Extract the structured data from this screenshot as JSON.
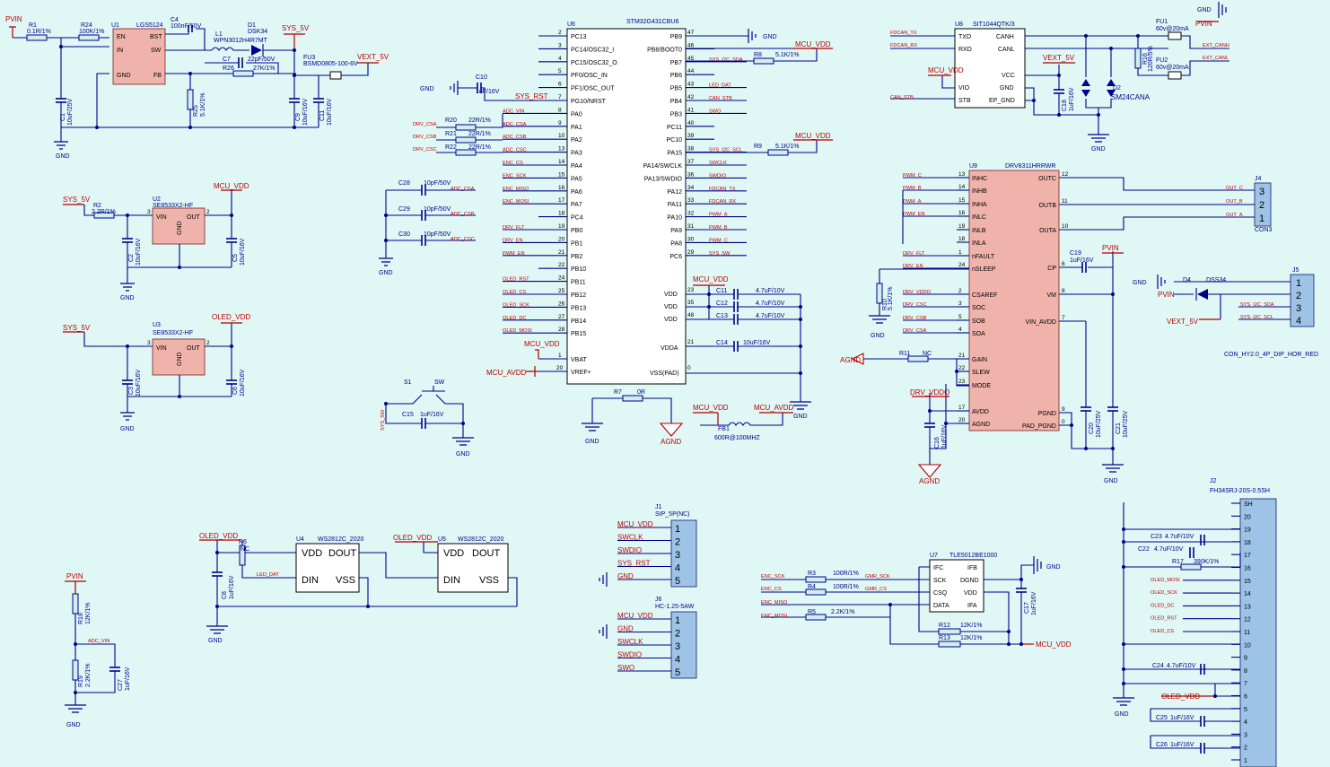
{
  "components": {
    "R1": {
      "ref": "R1",
      "value": "0.1R/1%"
    },
    "R24": {
      "ref": "R24",
      "value": "100K/1%"
    },
    "U1": {
      "ref": "U1",
      "part": "LGS5124",
      "pins": {
        "en": "EN",
        "in": "IN",
        "gnd": "GND",
        "bst": "BST",
        "sw": "SW",
        "fb": "FB"
      }
    },
    "C4": {
      "ref": "C4",
      "value": "100nF/50V"
    },
    "L1": {
      "ref": "L1",
      "value": "WPN3012H4R7MT"
    },
    "D1": {
      "ref": "D1",
      "value": "DSK34"
    },
    "C7": {
      "ref": "C7",
      "value": "22pF/50V"
    },
    "R26": {
      "ref": "R26",
      "value": "27K/1%"
    },
    "R25": {
      "ref": "R25",
      "value": "5.1K/1%"
    },
    "C1": {
      "ref": "C1",
      "value": "10uF/25V"
    },
    "C9": {
      "ref": "C9",
      "value": "10uF/16V"
    },
    "C11b": {
      "ref": "C11",
      "value": "10uF/16V"
    },
    "FU3": {
      "ref": "FU3",
      "value": "BSMD0805-100-6V"
    },
    "U2": {
      "ref": "U2",
      "part": "SE8533X2-HF",
      "pins": {
        "vin": "VIN",
        "out": "OUT",
        "gnd": "GND"
      }
    },
    "R2": {
      "ref": "R2",
      "value": "2.2R/1%"
    },
    "C2": {
      "ref": "C2",
      "value": "10uF/16V"
    },
    "C5": {
      "ref": "C5",
      "value": "10uF/16V"
    },
    "U3": {
      "ref": "U3",
      "part": "SE8533X2-HF",
      "pins": {
        "vin": "VIN",
        "out": "OUT",
        "gnd": "GND"
      }
    },
    "C3": {
      "ref": "C3",
      "value": "10uF/16V"
    },
    "C6": {
      "ref": "C6",
      "value": "10uF/16V"
    },
    "U6": {
      "ref": "U6",
      "part": "STM32G431CBU6"
    },
    "C10": {
      "ref": "C10",
      "value": "1uF/16V"
    },
    "R20": {
      "ref": "R20",
      "value": "22R/1%"
    },
    "R21": {
      "ref": "R21",
      "value": "22R/1%"
    },
    "R22": {
      "ref": "R22",
      "value": "22R/1%"
    },
    "C28": {
      "ref": "C28",
      "value": "10pF/50V"
    },
    "C29": {
      "ref": "C29",
      "value": "10pF/50V"
    },
    "C30": {
      "ref": "C30",
      "value": "10pF/50V"
    },
    "R8": {
      "ref": "R8",
      "value": "5.1K/1%"
    },
    "R9": {
      "ref": "R9",
      "value": "5.1K/1%"
    },
    "C11": {
      "ref": "C11",
      "value": "4.7uF/10V"
    },
    "C12": {
      "ref": "C12",
      "value": "4.7uF/10V"
    },
    "C13": {
      "ref": "C13",
      "value": "4.7uF/10V"
    },
    "C14": {
      "ref": "C14",
      "value": "10uF/16V"
    },
    "S1": {
      "ref": "S1",
      "value": "SW"
    },
    "C15": {
      "ref": "C15",
      "value": "1uF/16V"
    },
    "R7": {
      "ref": "R7",
      "value": "0R"
    },
    "FB1": {
      "ref": "FB1",
      "value": "600R@100MHZ"
    },
    "U8": {
      "ref": "U8",
      "part": "SIT1044QTK/3",
      "pins": {
        "txd": "TXD",
        "rxd": "RXD",
        "vio": "VIO",
        "stb": "STB",
        "canh": "CANH",
        "canl": "CANL",
        "vcc": "VCC",
        "gnd": "GND",
        "epgnd": "EP_GND"
      }
    },
    "C18": {
      "ref": "C18",
      "value": "1uF/16V"
    },
    "D2": {
      "ref": "D2",
      "value": "SM24CANA"
    },
    "R16": {
      "ref": "R16",
      "value": "120R/5%"
    },
    "FU1": {
      "ref": "FU1",
      "value": "60v@20mA"
    },
    "FU2": {
      "ref": "FU2",
      "value": "60v@20mA"
    },
    "U9": {
      "ref": "U9",
      "part": "DRV8311HRRWR"
    },
    "C19": {
      "ref": "C19",
      "value": "1uF/16V"
    },
    "R10": {
      "ref": "R10",
      "value": "5.1K/1%"
    },
    "R11": {
      "ref": "R11",
      "value": "NC"
    },
    "C16": {
      "ref": "C16",
      "value": "1uF/16V"
    },
    "C20": {
      "ref": "C20",
      "value": "10uF/25V"
    },
    "C21": {
      "ref": "C21",
      "value": "10uF/25V"
    },
    "J4": {
      "ref": "J4",
      "value": "CON3"
    },
    "J5": {
      "ref": "J5",
      "value": "CON_HY2.0_4P_DIP_HOR_RED"
    },
    "D4": {
      "ref": "D4",
      "value": "DSS34"
    },
    "U4": {
      "ref": "U4",
      "part": "WS2812C_2020",
      "pins": {
        "vdd": "VDD",
        "dout": "DOUT",
        "din": "DIN",
        "vss": "VSS"
      }
    },
    "U5": {
      "ref": "U5",
      "part": "WS2812C_2020",
      "pins": {
        "vdd": "VDD",
        "dout": "DOUT",
        "din": "DIN",
        "vss": "VSS"
      }
    },
    "R6": {
      "ref": "R6",
      "value": "NC"
    },
    "C8": {
      "ref": "C8",
      "value": "1uF/16V"
    },
    "R18": {
      "ref": "R18",
      "value": "12K/1%"
    },
    "R19": {
      "ref": "R19",
      "value": "2.2K/1%"
    },
    "C27": {
      "ref": "C27",
      "value": "1uF/16V"
    },
    "J1": {
      "ref": "J1",
      "value": "SIP_5P(NC)"
    },
    "J6": {
      "ref": "J6",
      "value": "HC-1.25-5AW"
    },
    "U7": {
      "ref": "U7",
      "part": "TLE5012BE1000",
      "pins": {
        "ifc": "IFC",
        "sck": "SCK",
        "csq": "CSQ",
        "data": "DATA",
        "ifb": "IFB",
        "dgnd": "DGND",
        "vdd": "VDD",
        "ifa": "IFA"
      }
    },
    "R3": {
      "ref": "R3",
      "value": "100R/1%"
    },
    "R4": {
      "ref": "R4",
      "value": "100R/1%"
    },
    "R5": {
      "ref": "R5",
      "value": "2.2K/1%"
    },
    "R12": {
      "ref": "R12",
      "value": "12K/1%"
    },
    "R13": {
      "ref": "R13",
      "value": "12K/1%"
    },
    "C17": {
      "ref": "C17",
      "value": "1uF/16V"
    },
    "J2": {
      "ref": "J2",
      "value": "FH34SRJ-20S-0.5SH"
    },
    "C23": {
      "ref": "C23",
      "value": "4.7uF/10V"
    },
    "C22": {
      "ref": "C22",
      "value": "4.7uF/10V"
    },
    "R17": {
      "ref": "R17",
      "value": "390K/1%"
    },
    "C24": {
      "ref": "C24",
      "value": "4.7uF/10V"
    },
    "C25": {
      "ref": "C25",
      "value": "1uF/16V"
    },
    "C26": {
      "ref": "C26",
      "value": "1uF/16V"
    }
  },
  "u6_pins_left": [
    {
      "n": "2",
      "name": "PC13",
      "net": ""
    },
    {
      "n": "3",
      "name": "PC14/OSC32_I",
      "net": ""
    },
    {
      "n": "4",
      "name": "PC15/OSC32_O",
      "net": ""
    },
    {
      "n": "5",
      "name": "PF0/OSC_IN",
      "net": ""
    },
    {
      "n": "6",
      "name": "PF1/OSC_OUT",
      "net": ""
    },
    {
      "n": "7",
      "name": "PG10/NRST",
      "net": "SYS_RST"
    },
    {
      "n": "8",
      "name": "PA0",
      "net": "ADC_VIN"
    },
    {
      "n": "9",
      "name": "PA1",
      "net": "ADC_CSA"
    },
    {
      "n": "10",
      "name": "PA2",
      "net": "ADC_CSB"
    },
    {
      "n": "13",
      "name": "PA3",
      "net": "ADC_CSC"
    },
    {
      "n": "14",
      "name": "PA4",
      "net": "ENC_CS"
    },
    {
      "n": "15",
      "name": "PA5",
      "net": "ENC_SCK"
    },
    {
      "n": "16",
      "name": "PA6",
      "net": "ENC_MISO"
    },
    {
      "n": "17",
      "name": "PA7",
      "net": "ENC_MOSI"
    },
    {
      "n": "18",
      "name": "PC4",
      "net": ""
    },
    {
      "n": "19",
      "name": "PB0",
      "net": "DRV_FLT"
    },
    {
      "n": "20",
      "name": "PB1",
      "net": "DRV_EN"
    },
    {
      "n": "21",
      "name": "PB2",
      "net": "PWM_EN"
    },
    {
      "n": "22",
      "name": "PB10",
      "net": ""
    },
    {
      "n": "24",
      "name": "PB11",
      "net": "OLED_RST"
    },
    {
      "n": "25",
      "name": "PB12",
      "net": "OLED_CS"
    },
    {
      "n": "26",
      "name": "PB13",
      "net": "OLED_SCK"
    },
    {
      "n": "27",
      "name": "PB14",
      "net": "OLED_DC"
    },
    {
      "n": "28",
      "name": "PB15",
      "net": "OLED_MOSI"
    }
  ],
  "u6_pins_right": [
    {
      "n": "47",
      "name": "PB9",
      "net": ""
    },
    {
      "n": "46",
      "name": "PB8/BOOT0",
      "net": ""
    },
    {
      "n": "45",
      "name": "PB7",
      "net": "SYS_I2C_SDA"
    },
    {
      "n": "44",
      "name": "PB6",
      "net": ""
    },
    {
      "n": "43",
      "name": "PB5",
      "net": "LED_DAT"
    },
    {
      "n": "42",
      "name": "PB4",
      "net": "CAN_STB"
    },
    {
      "n": "41",
      "name": "PB3",
      "net": "SWO"
    },
    {
      "n": "40",
      "name": "PC11",
      "net": ""
    },
    {
      "n": "39",
      "name": "PC10",
      "net": ""
    },
    {
      "n": "38",
      "name": "PA15",
      "net": "SYS_I2C_SCL"
    },
    {
      "n": "37",
      "name": "PA14/SWCLK",
      "net": "SWCLK"
    },
    {
      "n": "36",
      "name": "PA13/SWDIO",
      "net": "SWDIO"
    },
    {
      "n": "34",
      "name": "PA12",
      "net": "FDCAN_TX"
    },
    {
      "n": "33",
      "name": "PA11",
      "net": "FDCAN_RX"
    },
    {
      "n": "32",
      "name": "PA10",
      "net": "PWM_A"
    },
    {
      "n": "31",
      "name": "PA9",
      "net": "PWM_B"
    },
    {
      "n": "30",
      "name": "PA8",
      "net": "PWM_C"
    },
    {
      "n": "29",
      "name": "PC6",
      "net": "SYS_SW"
    }
  ],
  "u6_pins_power": [
    {
      "n": "1",
      "name": "VBAT"
    },
    {
      "n": "20",
      "name": "VREF+"
    },
    {
      "n": "23",
      "name": "VDD"
    },
    {
      "n": "35",
      "name": "VDD"
    },
    {
      "n": "48",
      "name": "VDD"
    },
    {
      "n": "21",
      "name": "VDDA"
    },
    {
      "n": "0",
      "name": "VSS(PAD)"
    }
  ],
  "u9_pins_left": [
    {
      "n": "13",
      "name": "INHC",
      "net": "PWM_C"
    },
    {
      "n": "14",
      "name": "INHB",
      "net": "PWM_B"
    },
    {
      "n": "15",
      "name": "INHA",
      "net": "PWM_A"
    },
    {
      "n": "16",
      "name": "INLC",
      "net": "PWM_EN"
    },
    {
      "n": "19",
      "name": "INLB",
      "net": ""
    },
    {
      "n": "18",
      "name": "INLA",
      "net": ""
    },
    {
      "n": "1",
      "name": "nFAULT",
      "net": "DRV_FLT"
    },
    {
      "n": "24",
      "name": "nSLEEP",
      "net": "DRV_EN"
    },
    {
      "n": "2",
      "name": "CSAREF",
      "net": "DRV_VDDO"
    },
    {
      "n": "3",
      "name": "SOC",
      "net": "DRV_CSC"
    },
    {
      "n": "5",
      "name": "SOB",
      "net": "DRV_CSB"
    },
    {
      "n": "4",
      "name": "SOA",
      "net": "DRV_CSA"
    },
    {
      "n": "21",
      "name": "GAIN",
      "net": ""
    },
    {
      "n": "22",
      "name": "SLEW",
      "net": ""
    },
    {
      "n": "23",
      "name": "MODE",
      "net": ""
    },
    {
      "n": "17",
      "name": "AVDD",
      "net": ""
    },
    {
      "n": "20",
      "name": "AGND",
      "net": ""
    }
  ],
  "u9_pins_right": [
    {
      "n": "12",
      "name": "OUTC"
    },
    {
      "n": "11",
      "name": "OUTB"
    },
    {
      "n": "10",
      "name": "OUTA"
    },
    {
      "n": "6",
      "name": "CP"
    },
    {
      "n": "8",
      "name": "VM"
    },
    {
      "n": "7",
      "name": "VIN_AVDD"
    },
    {
      "n": "9",
      "name": "PGND"
    },
    {
      "n": "0",
      "name": "PAD_PGND"
    }
  ],
  "j2_pins": [
    {
      "n": "SH",
      "net": ""
    },
    {
      "n": "20",
      "net": ""
    },
    {
      "n": "19",
      "net": ""
    },
    {
      "n": "18",
      "net": ""
    },
    {
      "n": "17",
      "net": ""
    },
    {
      "n": "16",
      "net": ""
    },
    {
      "n": "15",
      "net": "OLED_MOSI"
    },
    {
      "n": "14",
      "net": "OLED_SCK"
    },
    {
      "n": "13",
      "net": "OLED_DC"
    },
    {
      "n": "12",
      "net": "OLED_RST"
    },
    {
      "n": "11",
      "net": "OLED_CS"
    },
    {
      "n": "10",
      "net": ""
    },
    {
      "n": "9",
      "net": ""
    },
    {
      "n": "8",
      "net": ""
    },
    {
      "n": "7",
      "net": ""
    },
    {
      "n": "6",
      "net": ""
    },
    {
      "n": "5",
      "net": ""
    },
    {
      "n": "4",
      "net": ""
    },
    {
      "n": "3",
      "net": ""
    },
    {
      "n": "2",
      "net": ""
    },
    {
      "n": "1",
      "net": ""
    }
  ],
  "j1_pins": [
    {
      "n": "1",
      "net": "MCU_VDD"
    },
    {
      "n": "2",
      "net": "SWCLK"
    },
    {
      "n": "3",
      "net": "SWDIO"
    },
    {
      "n": "4",
      "net": "SYS_RST"
    },
    {
      "n": "5",
      "net": "GND"
    }
  ],
  "j6_pins": [
    {
      "n": "1",
      "net": "MCU_VDD"
    },
    {
      "n": "2",
      "net": "GND"
    },
    {
      "n": "3",
      "net": "SWCLK"
    },
    {
      "n": "4",
      "net": "SWDIO"
    },
    {
      "n": "5",
      "net": "SWO"
    }
  ],
  "j4_pins": [
    {
      "n": "3",
      "net": "OUT_C"
    },
    {
      "n": "2",
      "net": "OUT_B"
    },
    {
      "n": "1",
      "net": "OUT_A"
    }
  ],
  "j5_pins": [
    {
      "n": "1",
      "net": "GND"
    },
    {
      "n": "2",
      "net": "PVIN"
    },
    {
      "n": "3",
      "net": "SYS_I2C_SDA"
    },
    {
      "n": "4",
      "net": "SYS_I2C_SCL"
    }
  ],
  "nets": {
    "pvin": "PVIN",
    "sys5v": "SYS_5V",
    "vext5v": "VEXT_5V",
    "mcuvdd": "MCU_VDD",
    "oledvdd": "OLED_VDD",
    "gnd": "GND",
    "agnd": "AGND",
    "mcuavdd": "MCU_AVDD",
    "drvvddo": "DRV_VDDO",
    "sysrst": "SYS_RST",
    "syssw": "SYS_SW",
    "adcvin": "ADC_VIN",
    "leddat": "LED_DAT",
    "nc": "NC",
    "drvcsa": "DRV_CSA",
    "drvcsb": "DRV_CSB",
    "drvcsc": "DRV_CSC",
    "adccsa": "ADC_CSA",
    "adccsb": "ADC_CSB",
    "adccsc": "ADC_CSC",
    "fdcantx": "FDCAN_TX",
    "fdcanrx": "FDCAN_RX",
    "canstb": "CAN_STB",
    "extcanh": "EXT_CANH",
    "extcanl": "EXT_CANL",
    "encsck": "ENC_SCK",
    "enccs": "ENC_CS",
    "encmiso": "ENC_MISO",
    "encmosi": "ENC_MOSI",
    "gmrsck": "GMR_SCK",
    "gmrcs": "GMR_CS",
    "swclk": "SWCLK",
    "swdio": "SWDIO",
    "swo": "SWO"
  }
}
